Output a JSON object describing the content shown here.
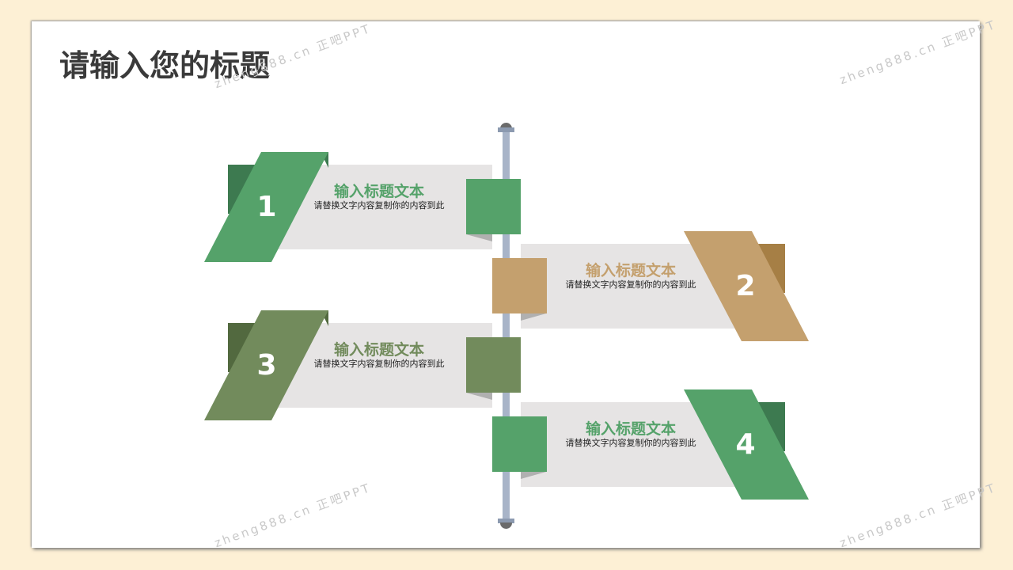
{
  "title": "请输入您的标题",
  "watermark": "zheng888.cn 正吧PPT",
  "items": [
    {
      "number": "1",
      "heading": "输入标题文本",
      "body": "请替换文字内容复制你的内容到此",
      "color": "#55a26a",
      "dark": "#3d7a50"
    },
    {
      "number": "2",
      "heading": "输入标题文本",
      "body": "请替换文字内容复制你的内容到此",
      "color": "#c4a06e",
      "dark": "#a67f45"
    },
    {
      "number": "3",
      "heading": "输入标题文本",
      "body": "请替换文字内容复制你的内容到此",
      "color": "#728b5c",
      "dark": "#52693f"
    },
    {
      "number": "4",
      "heading": "输入标题文本",
      "body": "请替换文字内容复制你的内容到此",
      "color": "#55a26a",
      "dark": "#3d7a50"
    }
  ]
}
